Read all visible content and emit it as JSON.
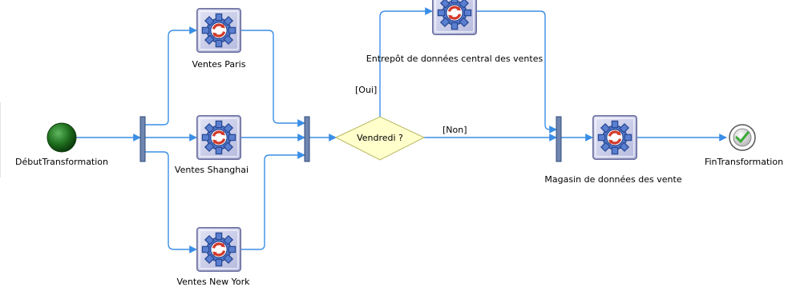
{
  "colors": {
    "edge": "#3a8ee6",
    "start_node": "#1e6e1e",
    "task_fill": "#c9cce8",
    "task_border": "#6b6f9e",
    "decision_fill": "#ffffcc",
    "decision_border": "#b8b860",
    "sync_bar": "#6f86b0",
    "end_check": "#3aaa35"
  },
  "nodes": {
    "start": {
      "label": "DébutTransformation",
      "icon": "start-circle-icon"
    },
    "ventes_paris": {
      "label": "Ventes Paris",
      "icon": "gear-process-icon"
    },
    "ventes_shanghai": {
      "label": "Ventes Shanghai",
      "icon": "gear-process-icon"
    },
    "ventes_new_york": {
      "label": "Ventes New York",
      "icon": "gear-process-icon"
    },
    "decision": {
      "label": "Vendredi ?"
    },
    "entrepot": {
      "label": "Entrepôt de données central des ventes",
      "icon": "gear-process-icon"
    },
    "magasin": {
      "label": "Magasin de données des vente",
      "icon": "gear-process-icon"
    },
    "end": {
      "label": "FinTransformation",
      "icon": "end-check-icon"
    }
  },
  "edges": {
    "oui_label": "[Oui]",
    "non_label": "[Non]"
  }
}
